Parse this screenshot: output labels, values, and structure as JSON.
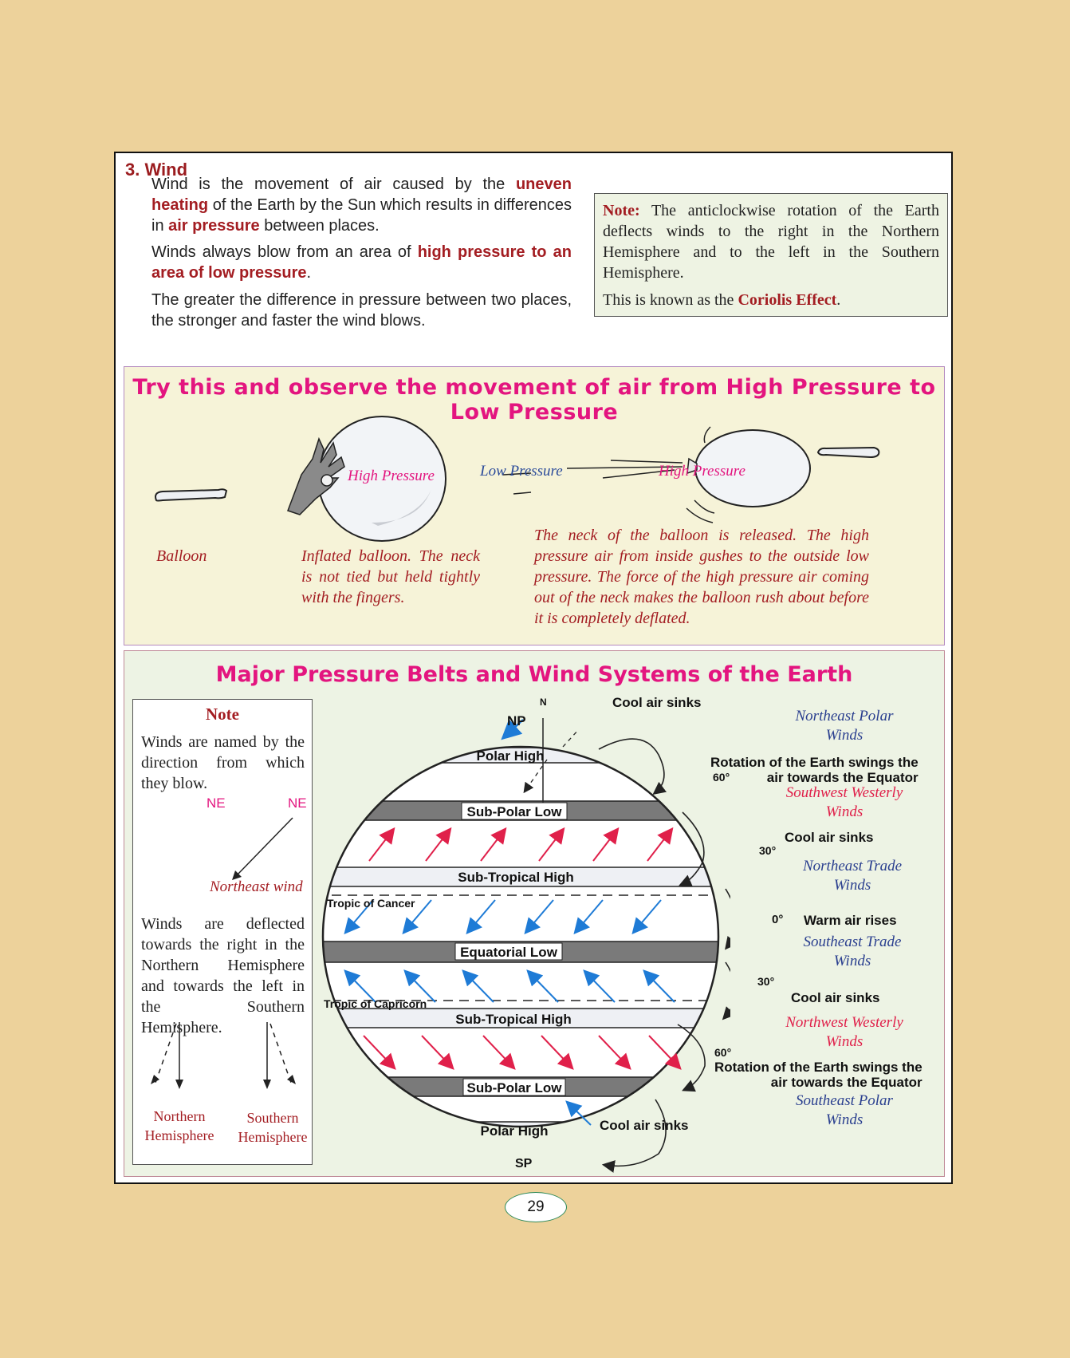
{
  "section": {
    "title": "3.  Wind"
  },
  "intro": {
    "p1_a": "Wind is the movement of air caused by the ",
    "p1_b": "uneven heating",
    "p1_c": " of the Earth by the Sun which results in differences in ",
    "p1_d": "air pressure",
    "p1_e": " between places.",
    "p2_a": "Winds always blow from an area of ",
    "p2_b": "high pressure to an area of low pressure",
    "p2_c": ".",
    "p3": "The greater the difference in pressure between two places, the stronger and faster the wind blows."
  },
  "note_top": {
    "label": "Note:",
    "text": " The anticlockwise rotation of the Earth deflects winds to the right in the Northern Hemisphere and to the left in the Southern Hemisphere.",
    "line2_a": "This is known as the ",
    "line2_b": "Coriolis Effect",
    "line2_c": "."
  },
  "activity": {
    "title": "Try this and observe the movement of air from High Pressure to Low Pressure",
    "high_pressure_1": "High Pressure",
    "low_pressure": "Low Pressure",
    "high_pressure_2": "High Pressure",
    "cap_balloon": "Balloon",
    "cap_inflated": "Inflated balloon. The neck is not tied but held tightly with the fingers.",
    "cap_released": "The neck of the balloon is released. The high pressure air from inside gushes to the outside low pressure. The force of the high pressure air coming out of the neck makes the balloon rush about before it is completely deflated."
  },
  "belts": {
    "title": "Major Pressure Belts and Wind Systems of the Earth",
    "note_title": "Note",
    "note_p1": "Winds are named by the direction from which they blow.",
    "ne_left": "NE",
    "ne_right": "NE",
    "ne_caption": "Northeast wind",
    "note_p2": "Winds are deflected towards the right in the Northern Hemisphere and towards the left in the Southern Hemisphere.",
    "northern": "Northern Hemisphere",
    "southern": "Southern Hemisphere",
    "globe": {
      "np": "NP",
      "n": "N",
      "sp": "SP",
      "polar_high_n": "Polar High",
      "sub_polar_low_n": "Sub-Polar Low",
      "sub_tropical_high_n": "Sub-Tropical High",
      "tropic_cancer": "Tropic  of  Cancer",
      "equatorial_low": "Equatorial Low",
      "tropic_capricorn": "Tropic  of  Capricorn",
      "sub_tropical_high_s": "Sub-Tropical High",
      "sub_polar_low_s": "Sub-Polar Low",
      "polar_high_s": "Polar High",
      "cool_sinks_top": "Cool air sinks",
      "rotation_1a": "Rotation of the Earth swings the",
      "rotation_1b": "air towards the Equator",
      "deg_60_n": "60°",
      "cool_sinks_30n": "Cool air sinks",
      "deg_30_n": "30°",
      "deg_0": "0°",
      "warm_rises": "Warm air rises",
      "deg_30_s": "30°",
      "cool_sinks_30s": "Cool air sinks",
      "deg_60_s": "60°",
      "rotation_2a": "Rotation of the Earth swings the",
      "rotation_2b": "air towards the Equator",
      "cool_sinks_bottom": "Cool air sinks"
    },
    "winds": {
      "ne_polar": "Northeast Polar Winds",
      "sw_westerly": "Southwest Westerly Winds",
      "ne_trade": "Northeast Trade Winds",
      "se_trade": "Southeast Trade Winds",
      "nw_westerly": "Northwest Westerly Winds",
      "se_polar": "Southeast Polar Winds"
    }
  },
  "page_number": "29",
  "colors": {
    "maroon": "#a31d22",
    "magenta": "#e3157f",
    "navy": "#2a3f8f",
    "wind_red": "#e0204a",
    "wind_blue": "#1e7bd6",
    "border": "#111111",
    "page_bg": "#edd29b"
  }
}
